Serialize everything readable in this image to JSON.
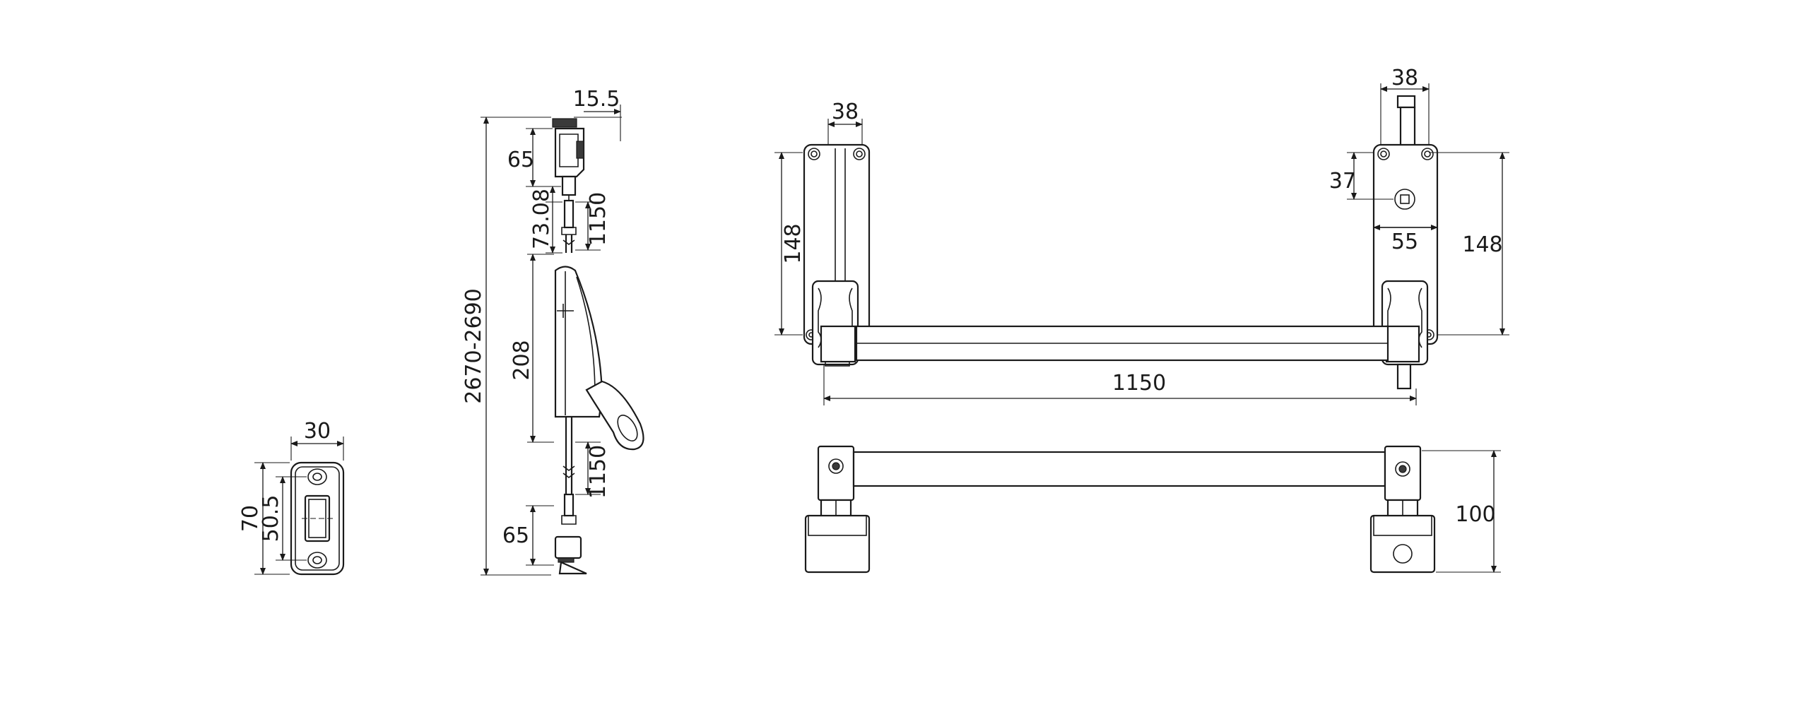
{
  "strike_plate": {
    "width_label": "30",
    "height_label": "70",
    "hole_spacing_label": "50.5"
  },
  "vertical_rods": {
    "total_height_label": "2670-2690",
    "top_head_offset_label": "15.5",
    "top_head_height_label": "65",
    "top_rod_label": "73.08",
    "top_rod_length_label": "1150",
    "lever_body_label": "208",
    "bottom_rod_length_label": "1150",
    "bottom_head_height_label": "65"
  },
  "front_view": {
    "left_case_width_label": "38",
    "left_case_height_label": "148",
    "right_case_width_label": "38",
    "right_spindle_offset_label": "37",
    "right_spindle_width_label": "55",
    "right_case_height_label": "148",
    "bar_length_label": "1150"
  },
  "top_view": {
    "depth_label": "100"
  }
}
